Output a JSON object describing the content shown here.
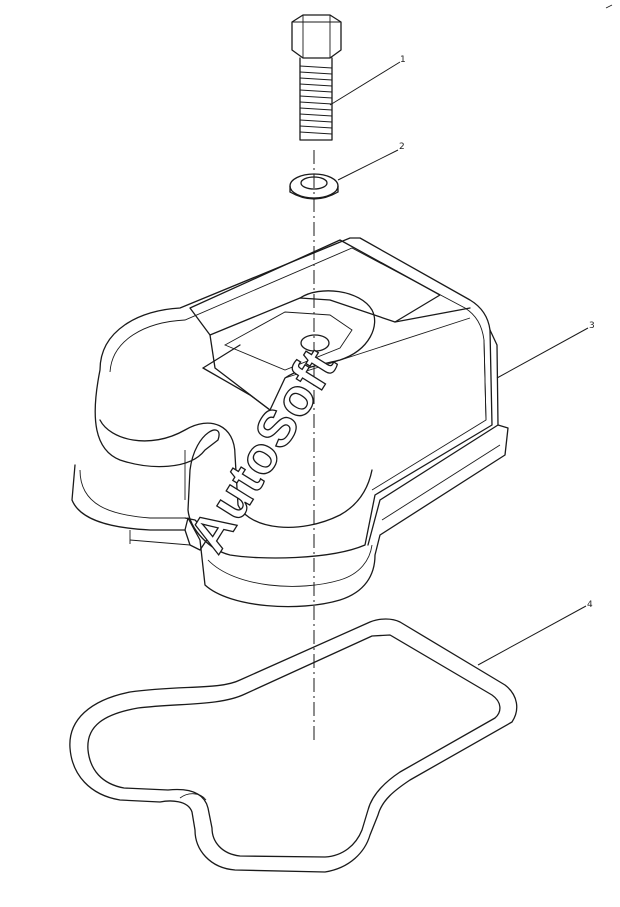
{
  "callouts": [
    {
      "id": "1",
      "part": "bolt",
      "label": "1"
    },
    {
      "id": "2",
      "part": "washer",
      "label": "2"
    },
    {
      "id": "3",
      "part": "valve-cover",
      "label": "3"
    },
    {
      "id": "4",
      "part": "gasket",
      "label": "4"
    }
  ],
  "watermark": "AutoSoft",
  "colors": {
    "line": "#1a1a1a",
    "background": "#ffffff"
  }
}
